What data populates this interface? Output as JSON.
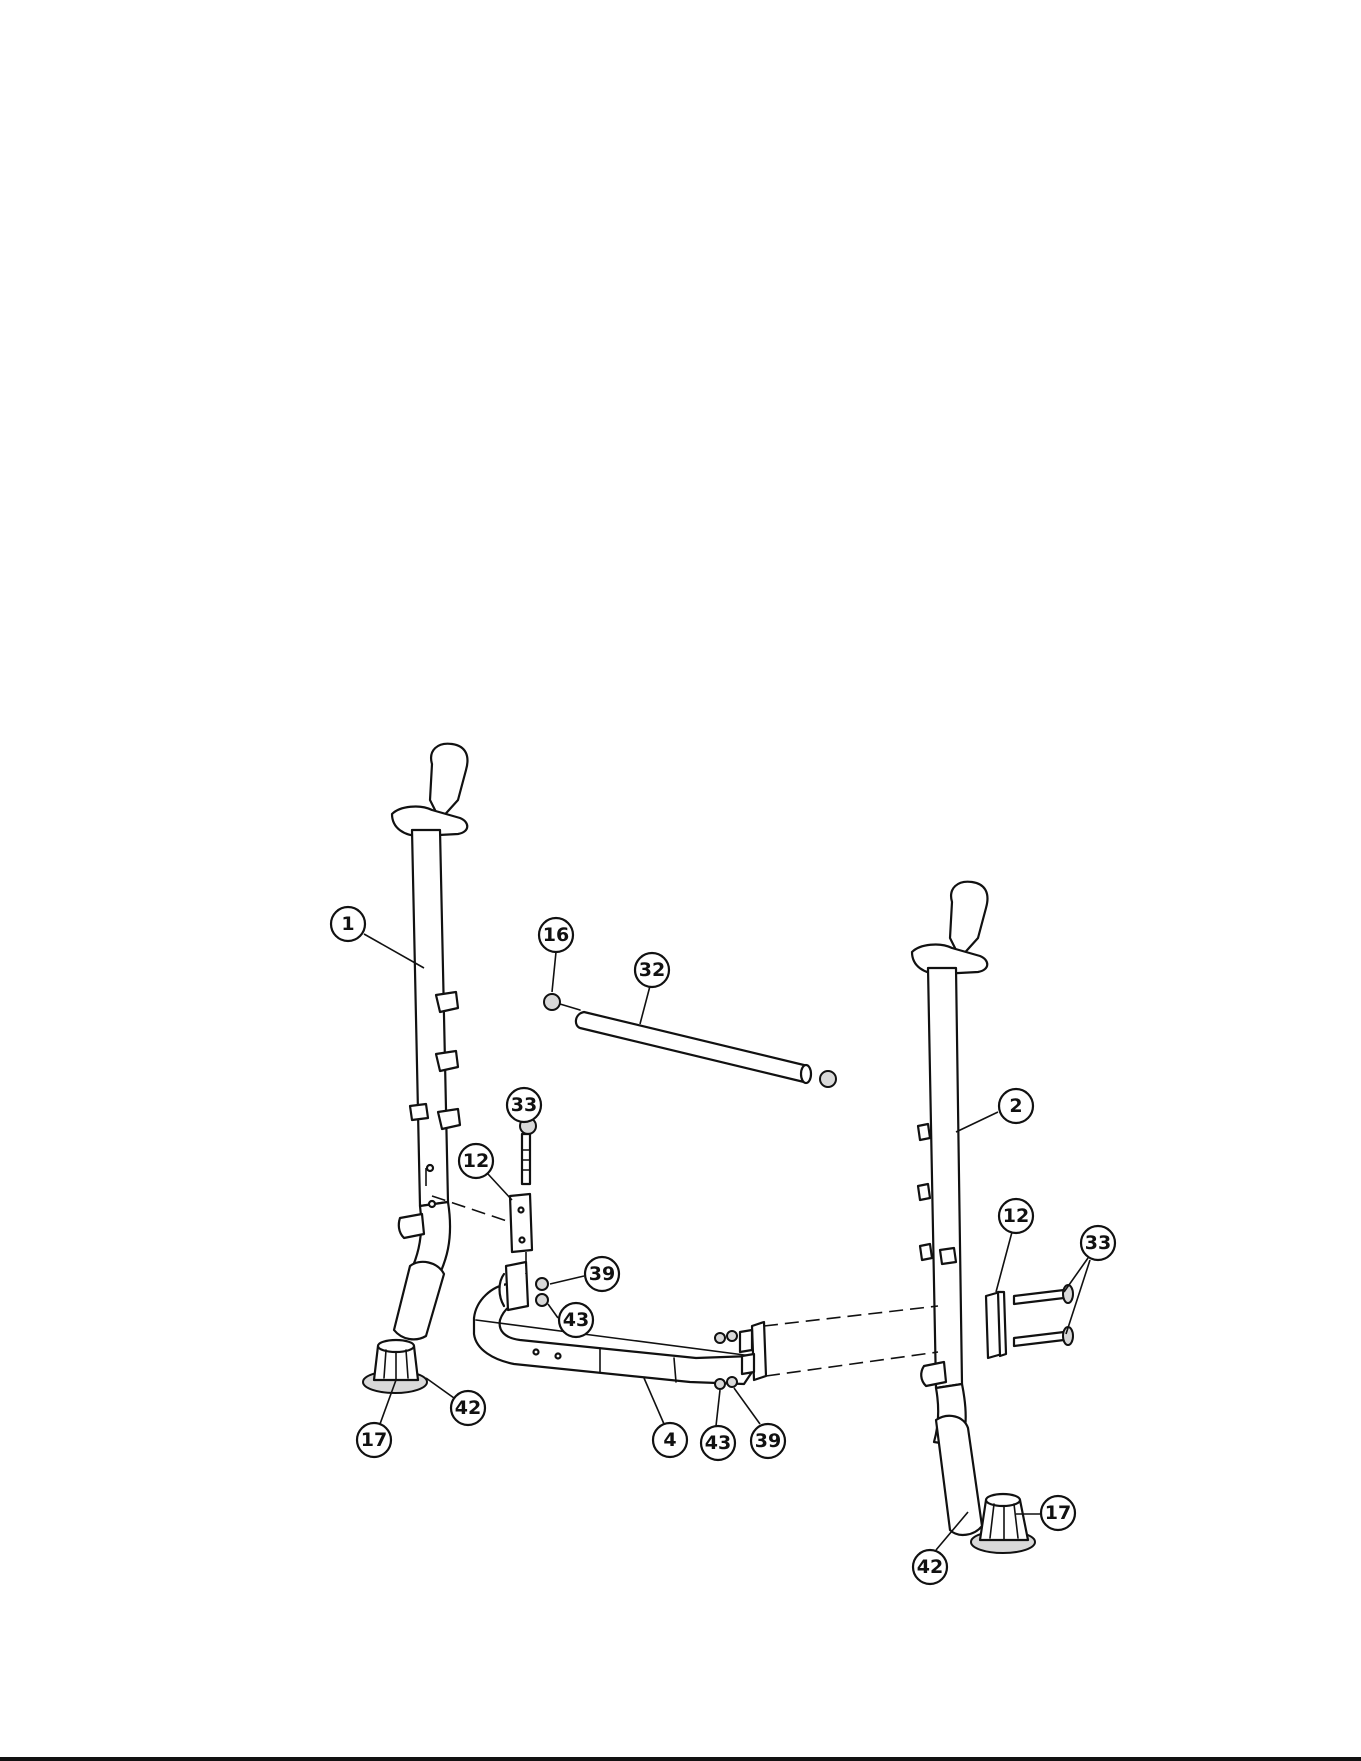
{
  "diagram": {
    "type": "exploded-assembly",
    "colors": {
      "line": "#111111",
      "background": "#ffffff",
      "shade": "#d9d9d9"
    },
    "callouts": [
      {
        "id": "c1",
        "label": "1"
      },
      {
        "id": "c16",
        "label": "16"
      },
      {
        "id": "c32",
        "label": "32"
      },
      {
        "id": "c33a",
        "label": "33"
      },
      {
        "id": "c12a",
        "label": "12"
      },
      {
        "id": "c39a",
        "label": "39"
      },
      {
        "id": "c43a",
        "label": "43"
      },
      {
        "id": "c42a",
        "label": "42"
      },
      {
        "id": "c17a",
        "label": "17"
      },
      {
        "id": "c4",
        "label": "4"
      },
      {
        "id": "c43b",
        "label": "43"
      },
      {
        "id": "c39b",
        "label": "39"
      },
      {
        "id": "c2",
        "label": "2"
      },
      {
        "id": "c12b",
        "label": "12"
      },
      {
        "id": "c33b",
        "label": "33"
      },
      {
        "id": "c17b",
        "label": "17"
      },
      {
        "id": "c42b",
        "label": "42"
      }
    ]
  }
}
